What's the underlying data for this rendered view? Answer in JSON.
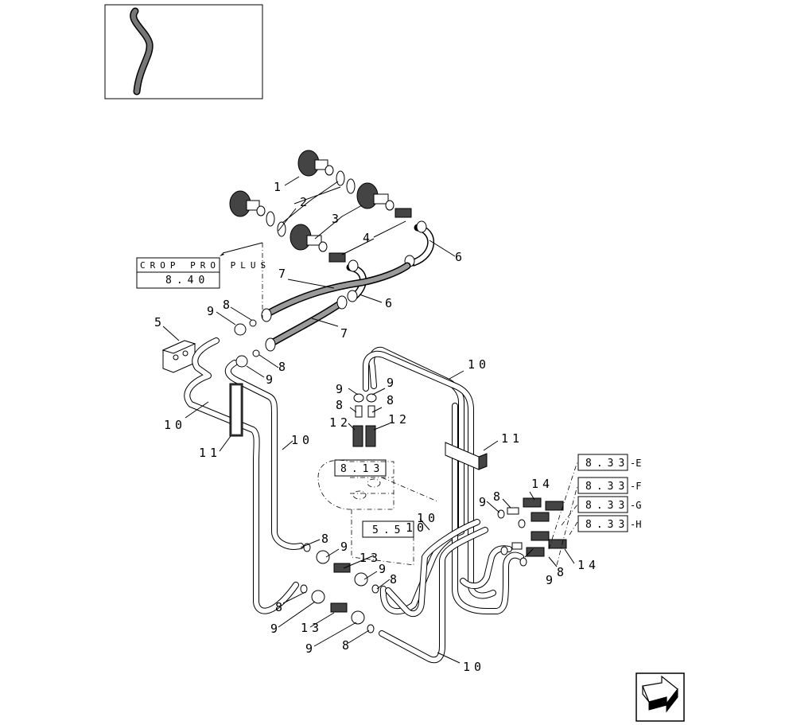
{
  "callouts": {
    "c1": "1",
    "c2": "2",
    "c3": "3",
    "c4": "4",
    "c5": "5",
    "c6a": "6",
    "c6b": "6",
    "c7a": "7",
    "c7b": "7",
    "c8a": "8",
    "c8b": "8",
    "c8c": "8",
    "c8d": "8",
    "c8e": "8",
    "c8f": "8",
    "c8g": "8",
    "c8h": "8",
    "c8i": "8",
    "c8j": "8",
    "c9a": "9",
    "c9b": "9",
    "c9c": "9",
    "c9d": "9",
    "c9e": "9",
    "c9f": "9",
    "c9g": "9",
    "c9h": "9",
    "c9i": "9",
    "c9j": "9",
    "c10a": "10",
    "c10b": "10",
    "c10c": "10",
    "c10d": "10",
    "c10e": "10",
    "c10f": "10",
    "c11a": "11",
    "c11b": "11",
    "c12a": "12",
    "c12b": "12",
    "c13a": "13",
    "c13b": "13",
    "c14a": "14",
    "c14b": "14"
  },
  "references": {
    "crop_pro_plus": "CROP PRO PLUS",
    "crop_ref": "8.40",
    "ref_813": "8.13",
    "ref_55": "5.5",
    "ref_e": "8.33",
    "ref_f": "8.33",
    "ref_g": "8.33",
    "ref_h": "8.33",
    "suffix_e": "-E",
    "suffix_f": "-F",
    "suffix_g": "-G",
    "suffix_h": "-H"
  },
  "icons": {
    "thumbnail": "tube-assembly-thumbnail",
    "navigation": "next-page-arrow-icon"
  }
}
